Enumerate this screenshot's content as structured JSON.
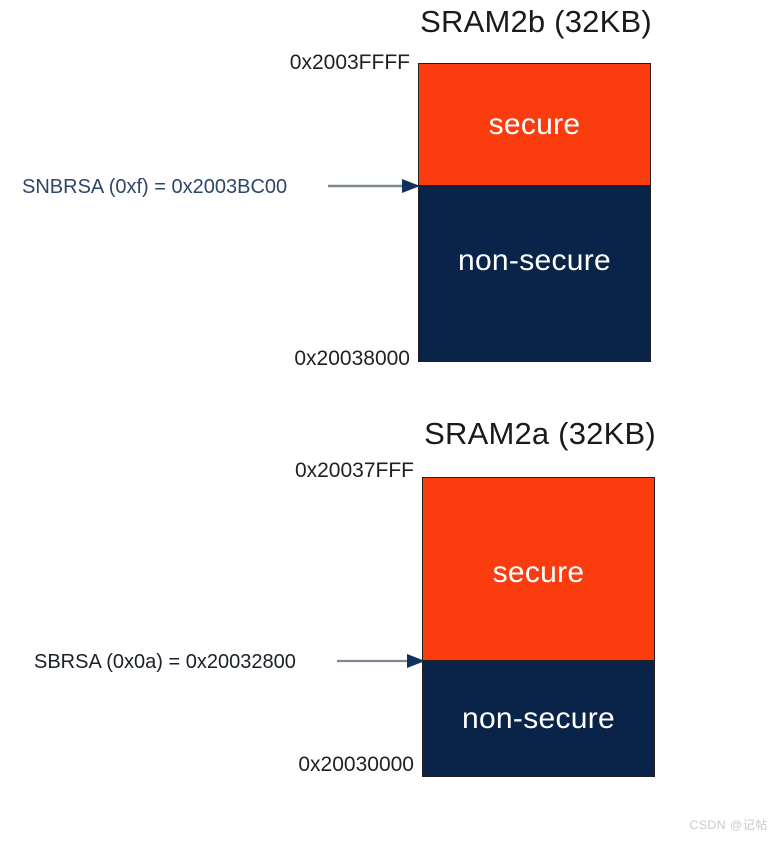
{
  "diagrams": [
    {
      "id": "sram2b",
      "title": "SRAM2b (32KB)",
      "top_address": "0x2003FFFF",
      "bottom_address": "0x20038000",
      "regions": [
        {
          "name": "secure",
          "label": "secure",
          "color": "#fa3c0f"
        },
        {
          "name": "non-secure",
          "label": "non-secure",
          "color": "#0a2449"
        }
      ],
      "boundary": {
        "label": "SNBRSA (0xf) = 0x2003BC00",
        "register": "SNBRSA",
        "register_value": "0xf",
        "address": "0x2003BC00",
        "color": "#2e4668"
      }
    },
    {
      "id": "sram2a",
      "title": "SRAM2a (32KB)",
      "top_address": "0x20037FFF",
      "bottom_address": "0x20030000",
      "regions": [
        {
          "name": "secure",
          "label": "secure",
          "color": "#fa3c0f"
        },
        {
          "name": "non-secure",
          "label": "non-secure",
          "color": "#0a2449"
        }
      ],
      "boundary": {
        "label": "SBRSA (0x0a) = 0x20032800",
        "register": "SBRSA",
        "register_value": "0x0a",
        "address": "0x20032800",
        "color": "#1a1f2b"
      }
    }
  ],
  "watermark": "CSDN @记帖",
  "palette": {
    "secure": "#fa3c0f",
    "non_secure": "#0a2449",
    "outline": "#231f20",
    "text": "#231f20",
    "background": "#ffffff"
  }
}
